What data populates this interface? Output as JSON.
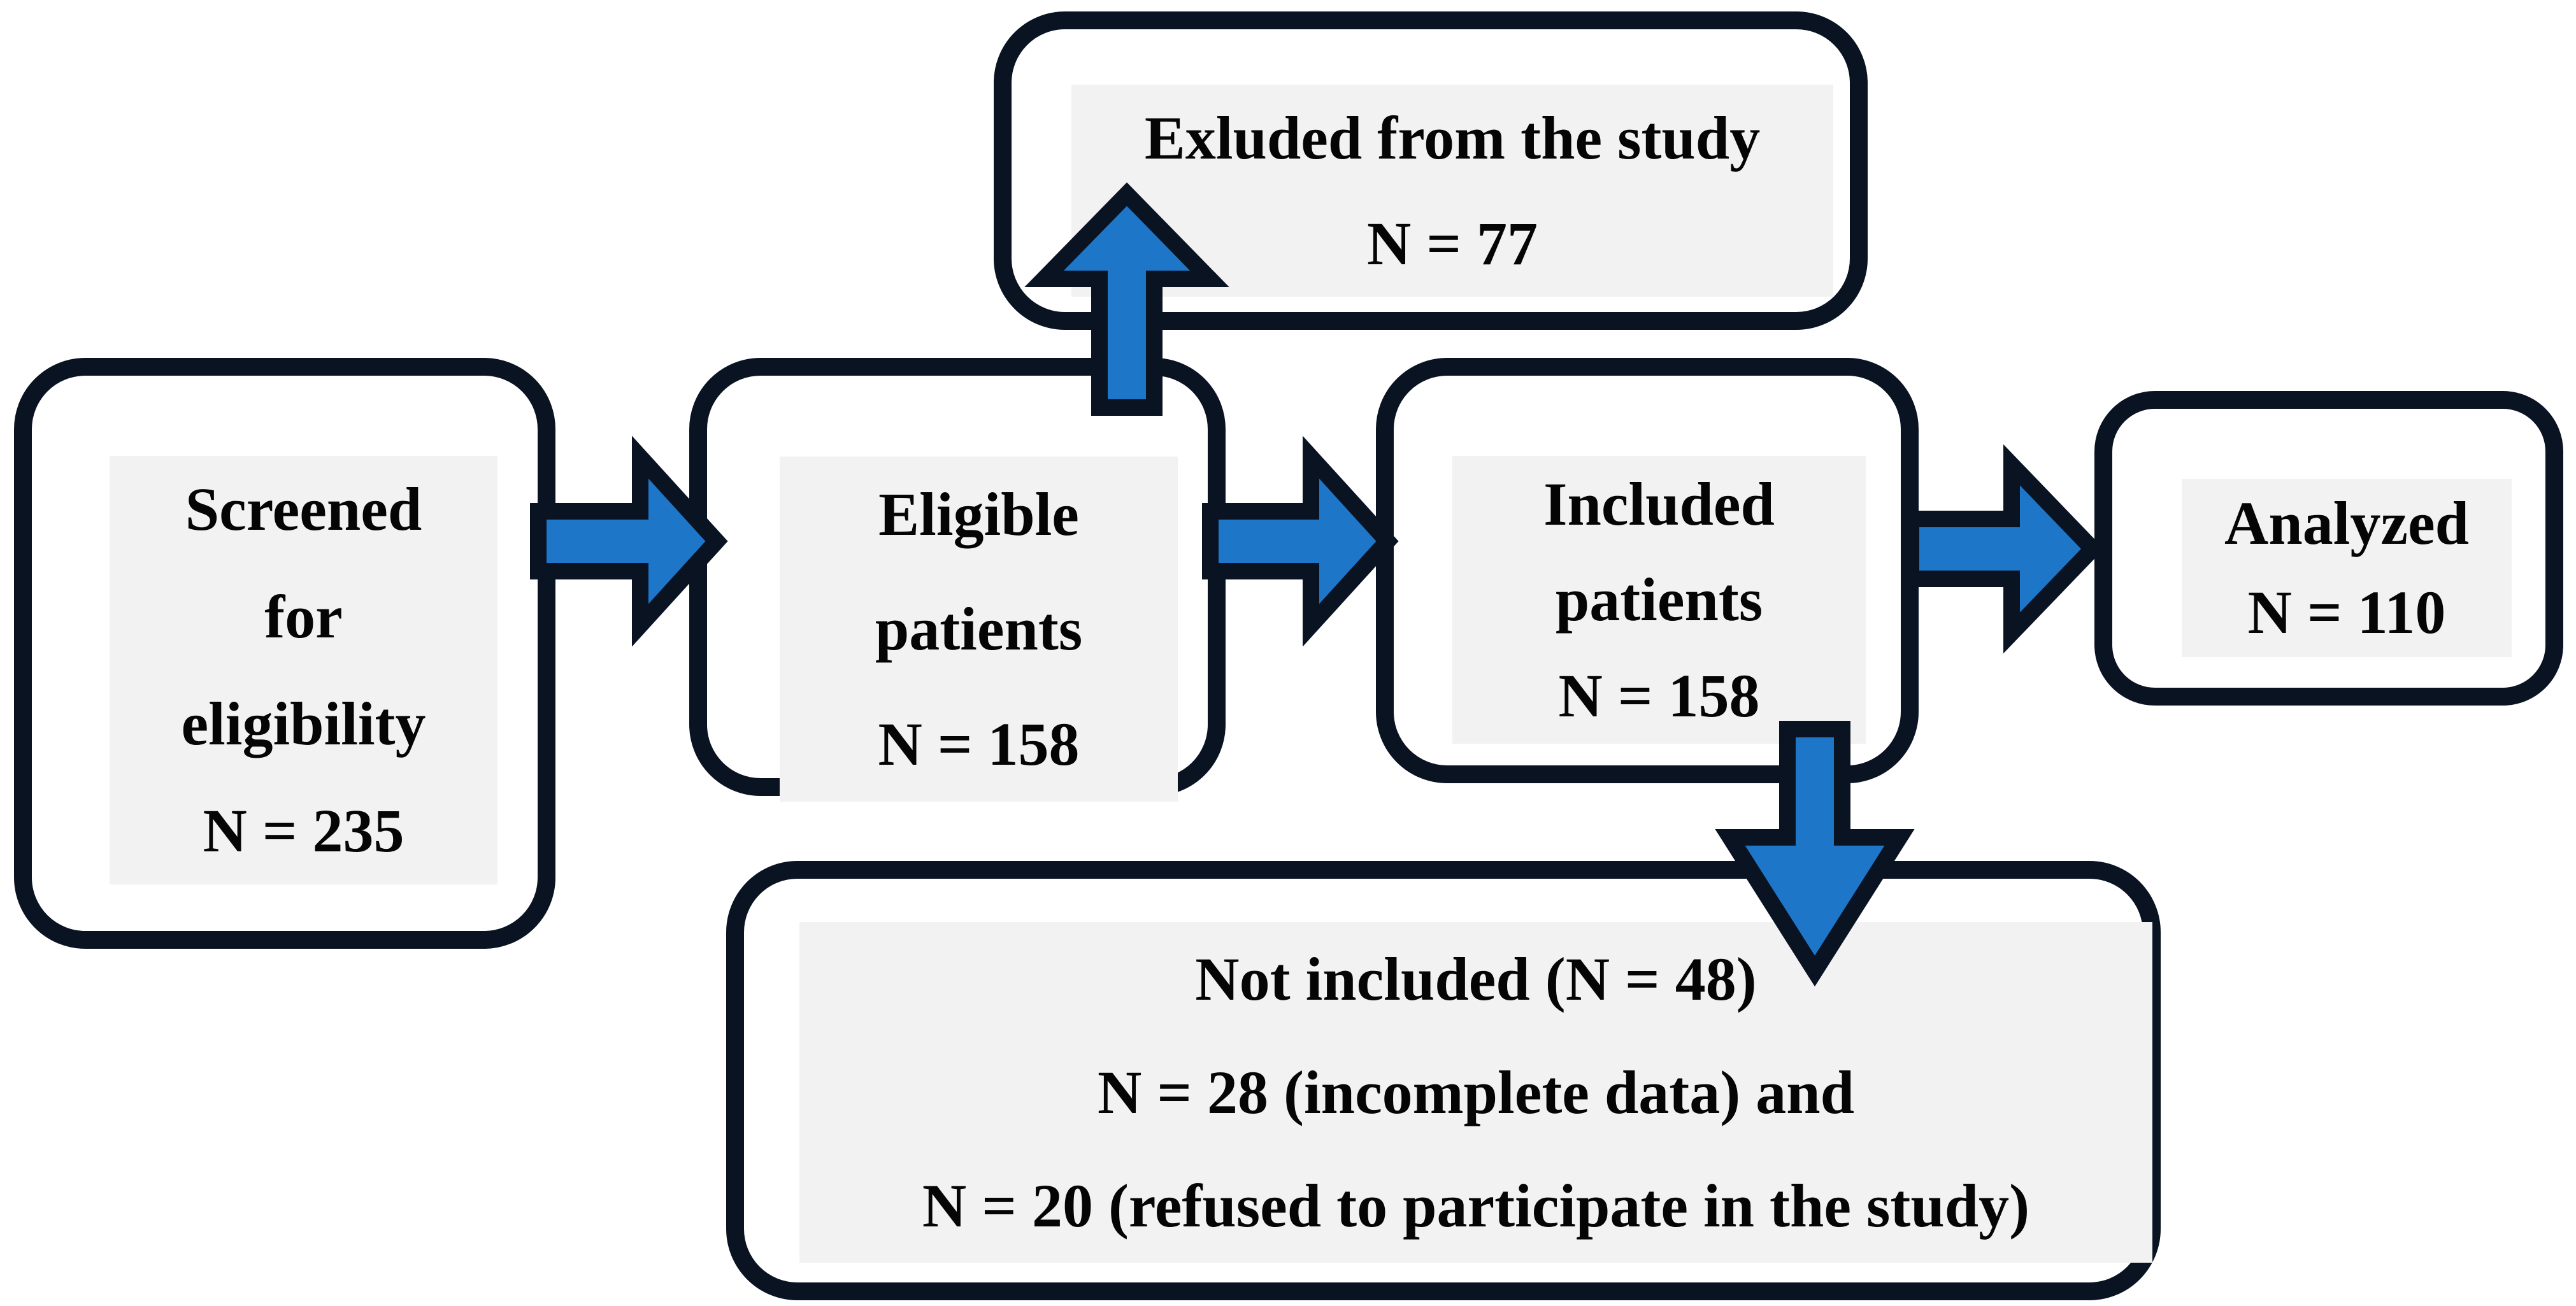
{
  "figure_type": "patient-flow-diagram",
  "boxes": {
    "screened": {
      "lines": [
        "Screened",
        "for",
        "eligibility",
        "N = 235"
      ]
    },
    "excluded": {
      "lines": [
        "Exluded from the study",
        "N = 77"
      ]
    },
    "eligible": {
      "lines": [
        "Eligible",
        "patients",
        "N = 158"
      ]
    },
    "included": {
      "lines": [
        "Included",
        "patients",
        "N = 158"
      ]
    },
    "analyzed": {
      "lines": [
        "Analyzed",
        "N = 110"
      ]
    },
    "not_included": {
      "lines": [
        "Not included (N = 48)",
        "N = 28 (incomplete data) and",
        "N = 20 (refused to participate in the study)"
      ]
    }
  },
  "connections": [
    {
      "from": "screened",
      "to": "eligible",
      "direction": "right"
    },
    {
      "from": "eligible",
      "to": "excluded",
      "direction": "up"
    },
    {
      "from": "eligible",
      "to": "included",
      "direction": "right"
    },
    {
      "from": "included",
      "to": "analyzed",
      "direction": "right"
    },
    {
      "from": "included",
      "to": "not_included",
      "direction": "down"
    }
  ],
  "colors": {
    "arrow_fill": "#1e76c8",
    "outline_navy": "#0a1322",
    "panel_gray": "#f2f2f2",
    "box_fill": "#ffffff",
    "text": "#050505"
  }
}
